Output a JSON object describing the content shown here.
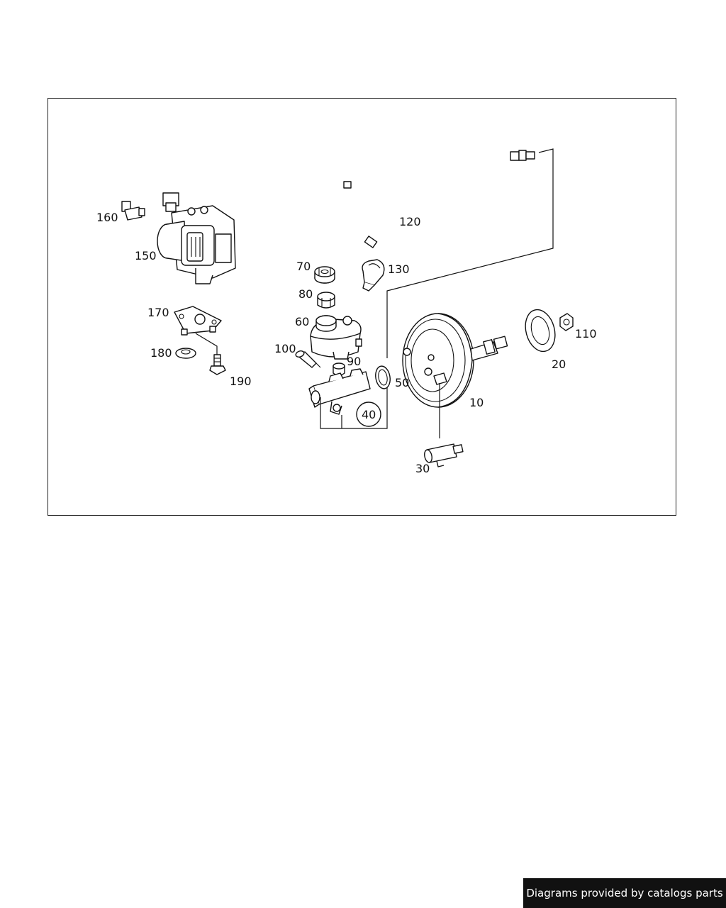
{
  "diagram": {
    "callouts": {
      "p10": "10",
      "p20": "20",
      "p30": "30",
      "p40": "40",
      "p50": "50",
      "p60": "60",
      "p70": "70",
      "p80": "80",
      "p90": "90",
      "p100": "100",
      "p110": "110",
      "p120": "120",
      "p130": "130",
      "p150": "150",
      "p160": "160",
      "p170": "170",
      "p180": "180",
      "p190": "190"
    }
  },
  "footer": {
    "credit": "Diagrams provided by catalogs parts"
  },
  "colors": {
    "line": "#111111",
    "banner_bg": "#111111",
    "banner_text": "#ffffff",
    "background": "#ffffff"
  }
}
